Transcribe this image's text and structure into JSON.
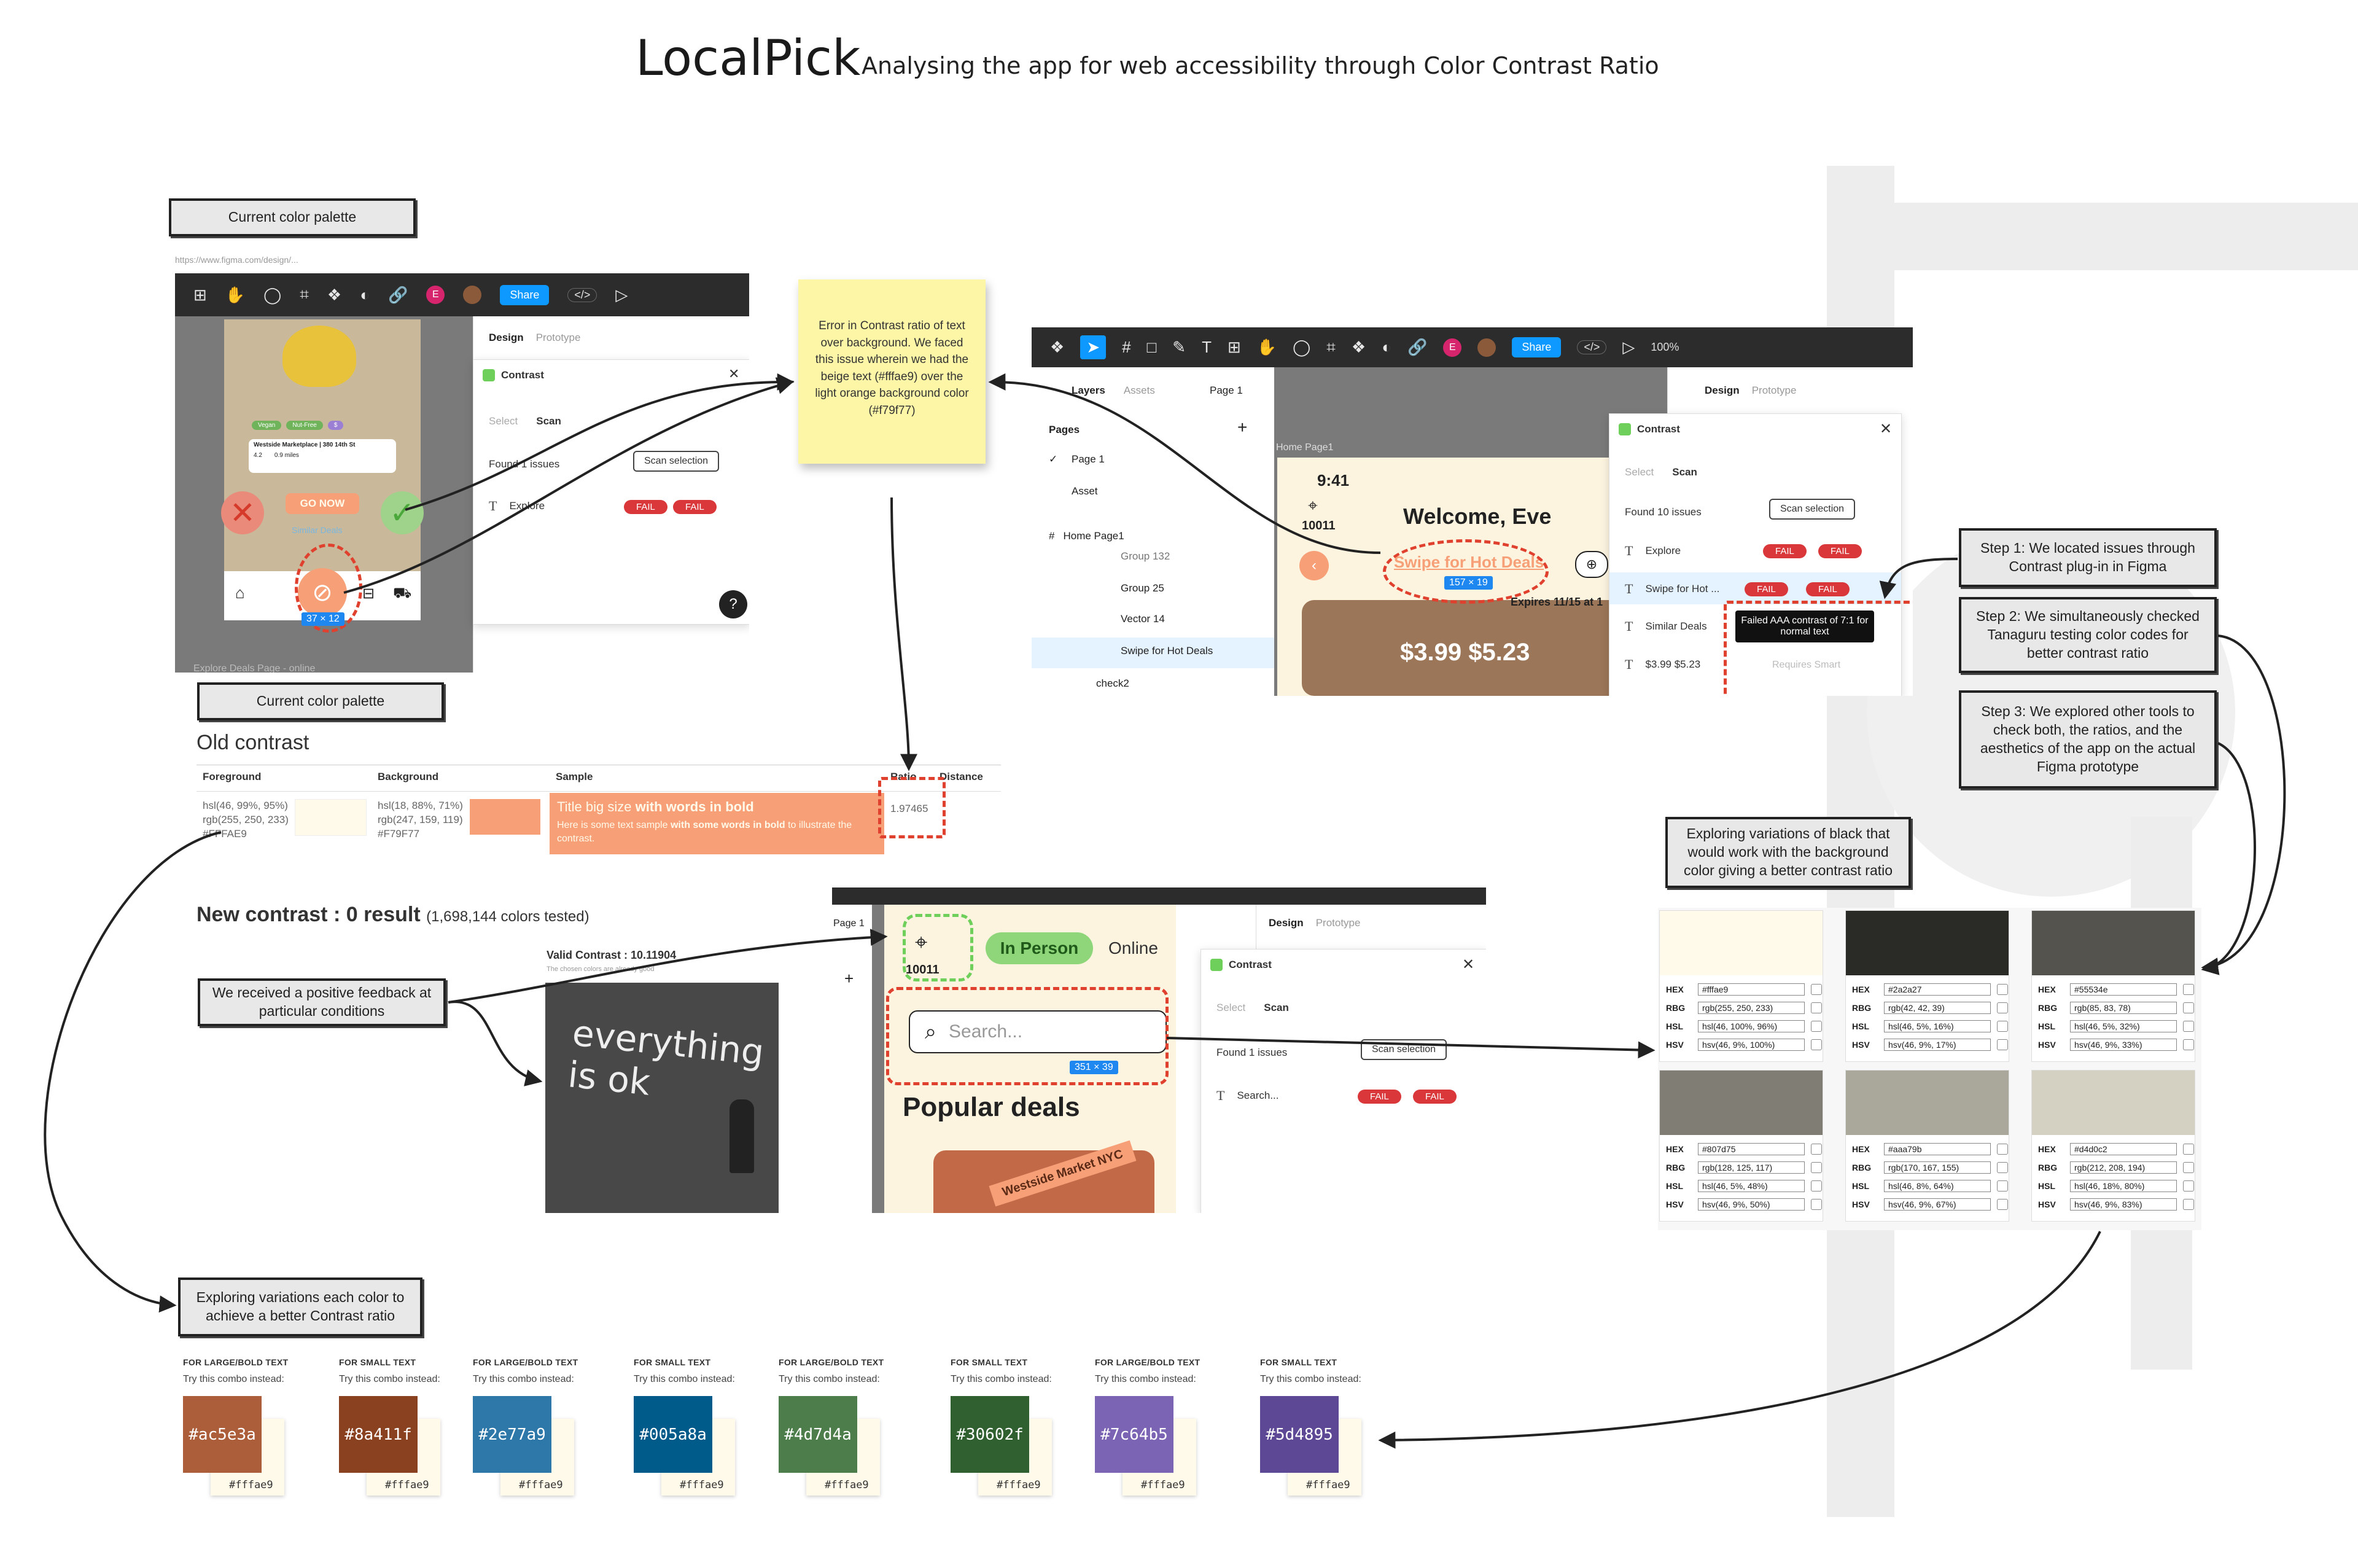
{
  "header": {
    "title": "LocalPick",
    "subtitle": "Analysing the app for web accessibility through Color Contrast Ratio"
  },
  "labels": {
    "palette1": "Current color palette",
    "palette2": "Current color palette",
    "feedback": "We received a positive feedback at particular conditions",
    "explore_each": "Exploring variations each color to achieve a better Contrast ratio",
    "explore_black": "Exploring variations of black that would work with the background color giving a better contrast ratio",
    "step1": "Step 1: We located issues through Contrast plug-in in Figma",
    "step2": "Step 2: We simultaneously checked Tanaguru testing color codes for better contrast ratio",
    "step3": "Step 3: We explored other tools to check both, the ratios, and the aesthetics of the app on the actual Figma prototype"
  },
  "sticky": "Error in Contrast ratio of text over background. We faced this issue wherein we had the beige text (#fffae9) over the light orange background color (#f79f77)",
  "frame1": {
    "url": "https://www.figma.com/design/...",
    "share": "Share",
    "avatar_letter": "E",
    "tabs": [
      "Design",
      "Prototype"
    ],
    "plugin_title": "Contrast",
    "plugin_tabs": [
      "Select",
      "Scan"
    ],
    "found": "Found 1 issues",
    "scan_btn": "Scan selection",
    "row_label": "Explore",
    "fail": "FAIL",
    "phone_tags": [
      "Vegan",
      "Nut-Free",
      "$"
    ],
    "store": "Westside Marketplace | 380 14th St",
    "rating": "4.2",
    "distance": "0.9 miles",
    "go_now": "GO NOW",
    "similar": "Similar Deals",
    "dim": "37 × 12",
    "nav": [
      "Home",
      "Map",
      "Carts"
    ],
    "bottom_caption": "Explore Deals Page - online",
    "help": "?"
  },
  "frame2": {
    "share": "Share",
    "zoom": "100%",
    "avatar_letter": "E",
    "layers_tabs": [
      "Layers",
      "Assets"
    ],
    "page_select": "Page 1",
    "pages_label": "Pages",
    "pages": [
      "Page 1",
      "Asset"
    ],
    "home": "Home Page1",
    "layers": [
      "Group 132",
      "Group 25",
      "Vector 14",
      "Swipe for Hot Deals",
      "check2"
    ],
    "design_tabs": [
      "Design",
      "Prototype"
    ],
    "frame_label": "Home Page1",
    "time": "9:41",
    "zip": "10011",
    "welcome": "Welcome, Eve",
    "swipe": "Swipe for Hot Deals",
    "dim": "157 × 19",
    "expires": "Expires 11/15 at 1",
    "price": "$3.99 $5.23",
    "plugin_title": "Contrast",
    "plugin_tabs": [
      "Select",
      "Scan"
    ],
    "found": "Found 10 issues",
    "scan_btn": "Scan selection",
    "rows": [
      "Explore",
      "Swipe for Hot ...",
      "Similar Deals",
      "$3.99 $5.23"
    ],
    "fail": "FAIL",
    "tooltip": "Failed AAA contrast of 7:1 for normal text",
    "requires": "Requires Smart"
  },
  "old_contrast": {
    "title": "Old contrast",
    "headers": [
      "Foreground",
      "Background",
      "Sample",
      "Ratio",
      "Distance"
    ],
    "fg": [
      "hsl(46, 99%, 95%)",
      "rgb(255, 250, 233)",
      "#FFFAE9"
    ],
    "bg": [
      "hsl(18, 88%, 71%)",
      "rgb(247, 159, 119)",
      "#F79F77"
    ],
    "sample_title": "Title big size",
    "sample_title_bold": "with words in bold",
    "sample_body": "Here is some text sample",
    "sample_body_bold": "with some words in bold",
    "sample_body_end": "to illustrate the contrast.",
    "ratio": "1.97465"
  },
  "new_contrast": {
    "title": "New contrast : 0 result",
    "count": "(1,698,144 colors tested)"
  },
  "valid": {
    "label": "Valid Contrast : 10.11904",
    "sub": "The chosen colors are already good",
    "photo_text": "everything is ok"
  },
  "frame3": {
    "page_select": "Page 1",
    "zip": "10011",
    "in_person": "In Person",
    "online": "Online",
    "search": "Search...",
    "dim": "351 × 39",
    "popular": "Popular deals",
    "banner": "Westside Market NYC",
    "design_tabs": [
      "Design",
      "Prototype"
    ],
    "plugin_title": "Contrast",
    "plugin_tabs": [
      "Select",
      "Scan"
    ],
    "found": "Found 1 issues",
    "scan_btn": "Scan selection",
    "row_label": "Search...",
    "fail": "FAIL"
  },
  "swatches": [
    {
      "hex": "#fffae9",
      "rgb": "rgb(255, 250, 233)",
      "hsl": "hsl(46, 100%, 96%)",
      "hsv": "hsv(46, 9%, 100%)"
    },
    {
      "hex": "#2a2a27",
      "rgb": "rgb(42, 42, 39)",
      "hsl": "hsl(46, 5%, 16%)",
      "hsv": "hsv(46, 9%, 17%)"
    },
    {
      "hex": "#55534e",
      "rgb": "rgb(85, 83, 78)",
      "hsl": "hsl(46, 5%, 32%)",
      "hsv": "hsv(46, 9%, 33%)"
    },
    {
      "hex": "#807d75",
      "rgb": "rgb(128, 125, 117)",
      "hsl": "hsl(46, 5%, 48%)",
      "hsv": "hsv(46, 9%, 50%)"
    },
    {
      "hex": "#aaa79b",
      "rgb": "rgb(170, 167, 155)",
      "hsl": "hsl(46, 8%, 64%)",
      "hsv": "hsv(46, 9%, 67%)"
    },
    {
      "hex": "#d4d0c2",
      "rgb": "rgb(212, 208, 194)",
      "hsl": "hsl(46, 18%, 80%)",
      "hsv": "hsv(46, 9%, 83%)"
    }
  ],
  "swatch_keys": [
    "HEX",
    "RBG",
    "HSL",
    "HSV"
  ],
  "combos": [
    {
      "kind": "FOR LARGE/BOLD TEXT",
      "sub": "Try this combo instead:",
      "color": "#ac5e3a",
      "bg": "#fffae9"
    },
    {
      "kind": "FOR SMALL TEXT",
      "sub": "Try this combo instead:",
      "color": "#8a411f",
      "bg": "#fffae9"
    },
    {
      "kind": "FOR LARGE/BOLD TEXT",
      "sub": "Try this combo instead:",
      "color": "#2e77a9",
      "bg": "#fffae9"
    },
    {
      "kind": "FOR SMALL TEXT",
      "sub": "Try this combo instead:",
      "color": "#005a8a",
      "bg": "#fffae9"
    },
    {
      "kind": "FOR LARGE/BOLD TEXT",
      "sub": "Try this combo instead:",
      "color": "#4d7d4a",
      "bg": "#fffae9"
    },
    {
      "kind": "FOR SMALL TEXT",
      "sub": "Try this combo instead:",
      "color": "#30602f",
      "bg": "#fffae9"
    },
    {
      "kind": "FOR LARGE/BOLD TEXT",
      "sub": "Try this combo instead:",
      "color": "#7c64b5",
      "bg": "#fffae9"
    },
    {
      "kind": "FOR SMALL TEXT",
      "sub": "Try this combo instead:",
      "color": "#5d4895",
      "bg": "#fffae9"
    }
  ],
  "colors": {
    "fail": "#d9373a",
    "share": "#0d99ff",
    "accent_orange": "#f79f77",
    "beige": "#fffae9",
    "sticky": "#fdf6a7",
    "dash": "#e0402e",
    "green": "#6fcf5b"
  }
}
